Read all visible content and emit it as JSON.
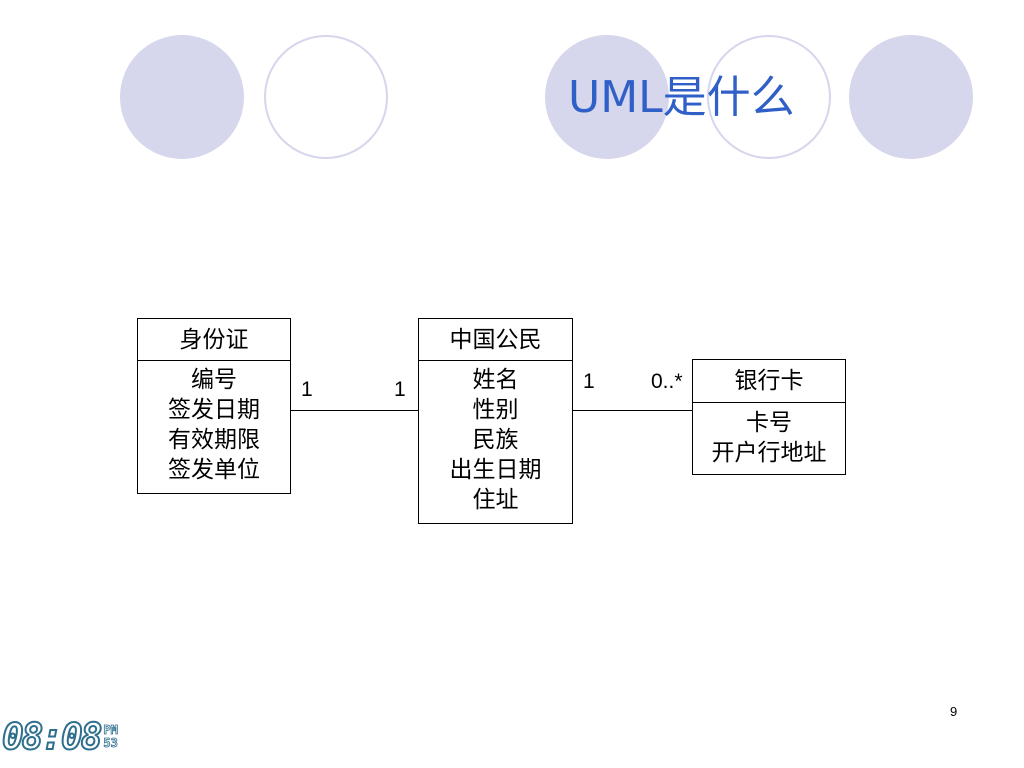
{
  "slide": {
    "title": "UML是什么",
    "page_number": "9"
  },
  "classes": {
    "id_card": {
      "name": "身份证",
      "attributes": [
        "编号",
        "签发日期",
        "有效期限",
        "签发单位"
      ]
    },
    "citizen": {
      "name": "中国公民",
      "attributes": [
        "姓名",
        "性别",
        "民族",
        "出生日期",
        "住址"
      ]
    },
    "bank_card": {
      "name": "银行卡",
      "attributes": [
        "卡号",
        "开户行地址"
      ]
    }
  },
  "associations": {
    "idcard_citizen": {
      "left_mult": "1",
      "right_mult": "1"
    },
    "citizen_bankcard": {
      "left_mult": "1",
      "right_mult": "0..*"
    }
  },
  "clock": {
    "time": "08:08",
    "ampm": "PM",
    "seconds": "53"
  },
  "colors": {
    "title": "#2f5fc7",
    "circle_fill": "#d6d6ec",
    "clock_outline": "#2e6f8e"
  }
}
